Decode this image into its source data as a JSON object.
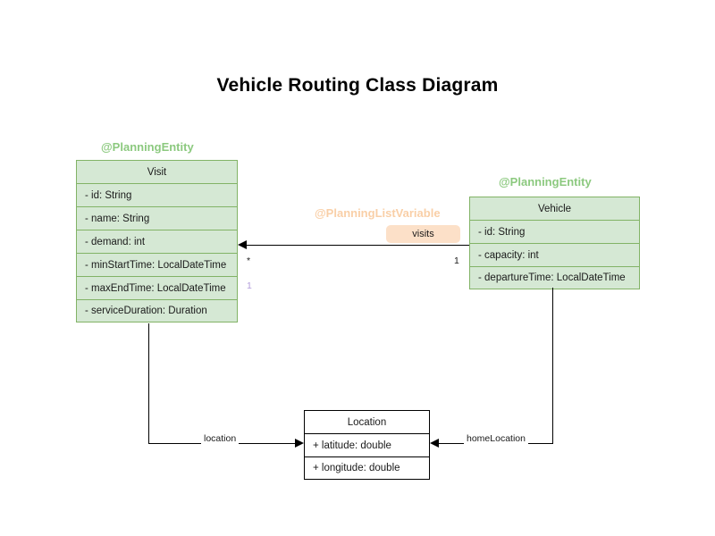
{
  "diagram": {
    "title": "Vehicle Routing Class Diagram",
    "colors": {
      "class_fill_green": "#d5e8d4",
      "class_border_green": "#82b366",
      "class_fill_plain": "#ffffff",
      "class_border_plain": "#000000",
      "stereotype_green": "#8cc97f",
      "stereotype_orange": "#f9cfa7",
      "badge_fill": "#fce0c8",
      "multiplicity_purple": "#b39ddb",
      "edge": "#000000",
      "background": "#ffffff"
    }
  },
  "classes": {
    "visit": {
      "stereotype": "@PlanningEntity",
      "name": "Visit",
      "attributes": [
        "- id: String",
        "- name: String",
        "- demand: int",
        "- minStartTime: LocalDateTime",
        "- maxEndTime: LocalDateTime",
        "- serviceDuration: Duration"
      ]
    },
    "vehicle": {
      "stereotype": "@PlanningEntity",
      "name": "Vehicle",
      "attributes": [
        "- id: String",
        "- capacity: int",
        "- departureTime: LocalDateTime"
      ]
    },
    "location": {
      "name": "Location",
      "attributes": [
        "+ latitude: double",
        "+ longitude: double"
      ]
    }
  },
  "relations": {
    "visits": {
      "stereotype": "@PlanningListVariable",
      "badge": "visits",
      "source_multiplicity": "1",
      "target_multiplicity": "*",
      "extra_multiplicity": "1"
    },
    "visit_location": {
      "label": "location"
    },
    "vehicle_home_location": {
      "label": "homeLocation"
    }
  }
}
